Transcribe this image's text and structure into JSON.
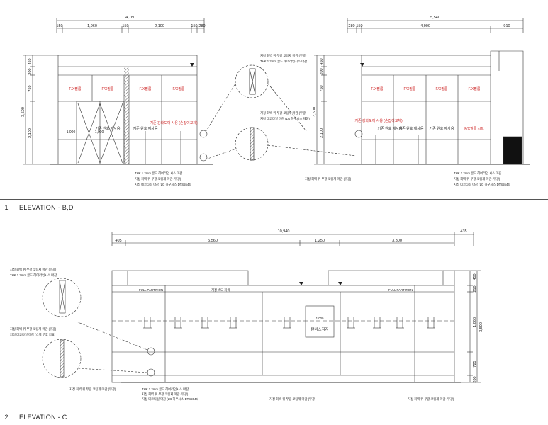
{
  "sheet": {
    "title_1_number": "1",
    "title_1_text": "ELEVATION - B,D",
    "title_2_number": "2",
    "title_2_text": "ELEVATION - C"
  },
  "elevation_b": {
    "overall": "4,780",
    "segments": [
      "150",
      "1,960",
      "150",
      "2,100",
      "150",
      "280"
    ],
    "heights_outer": [
      "3,500"
    ],
    "heights_inner": [
      "450",
      "200",
      "750",
      "2,100"
    ],
    "panel_labels": [
      "F/X필름",
      "F/X필름",
      "F/X필름",
      "F/X필름"
    ],
    "door_labels": [
      "기존 원호 재사용",
      "기존 원호 재사용"
    ],
    "red_note": "기존 강화도어 사용 (손잡이교체)",
    "small_note_left": "1,000",
    "small_note_mid": "1,000",
    "bottom_notes": [
      "THK 1.2mm 골드 헤어라인 시스 마감",
      "지정 회벽 위 무광 코팅제 마감 (무광)",
      "지정 데코타일 마감 (LG 하우시스 DTS5544)"
    ]
  },
  "elevation_d": {
    "overall": "5,540",
    "segments": [
      "280",
      "150",
      "4,900",
      "910"
    ],
    "heights_outer": [
      "3,500"
    ],
    "heights_inner": [
      "450",
      "200",
      "750",
      "2,100"
    ],
    "panel_labels": [
      "F/X필름",
      "F/X필름",
      "F/X필름",
      "F/X필름"
    ],
    "door_labels": [
      "기존 원호 재사용",
      "기존 원호 재사용",
      "기존 원호 재사용"
    ],
    "red_note_left": "기존 강화도어 사용 (손잡이교체)",
    "red_note_right": "F/X필름 시트",
    "bottom_notes": [
      "THK 1.2mm 골드 헤어라인 시스 마감",
      "지정 회벽 위 무광 코팅제 마감 (무광)",
      "지정 데코타일 마감 (LG 하우시스 DTS5544)"
    ],
    "left_note": "지정 회벽 위 무광 코팅제 마감 (무광)"
  },
  "detail_top": {
    "notes_a": [
      "지정 회벽 위 무광 코팅제 마감 (무광)",
      "THK 1.2mm 골드 헤어라인시스 마감"
    ],
    "notes_b": [
      "지정 회벽 위 무광 코팅제 마감 (무광)",
      "지정 데코타일 마감 (LG 하우시스 제품)"
    ]
  },
  "elevation_c": {
    "overall": "10,940",
    "overall_right": "435",
    "segments": [
      "405",
      "5,560",
      "1,250",
      "3,300"
    ],
    "heights_outer": [
      "3,500"
    ],
    "heights_inner": [
      "450",
      "210",
      "1,868",
      "725",
      "200"
    ],
    "partition_left": "FULL PARTITION",
    "partition_right": "FULL PARTITION",
    "mid_note": "지정 벽도 회색",
    "center_box": "탠비스직자",
    "center_box_small": "1,000",
    "left_notes_a": [
      "지정 회벽 위 무광 코팅제 마감 (무광)",
      "THK 1.2mm 골드 헤어라인시스 마감"
    ],
    "left_notes_b": [
      "지정 회벽 위 무광 코팅제 마감 (무광)",
      "지정 데코타일 마감 (스텍 무후 지표)"
    ],
    "bottom_left_note": "지정 회벽 위 무광 코팅제 마감 (무광)",
    "bottom_mid_notes": [
      "THK 1.2mm 골드 헤어라인시스 마감",
      "지정 회벽 위 무광 코팅제 마감 (무광)",
      "지정 데코타일 마감 (LG 하우시스 DTS5544)"
    ],
    "bottom_right_note_1": "지정 회벽 위 무광 코팅제 마감 (무광)",
    "bottom_right_note_2": "지정 회벽 위 무광 코팅제 마감 (무광)"
  }
}
